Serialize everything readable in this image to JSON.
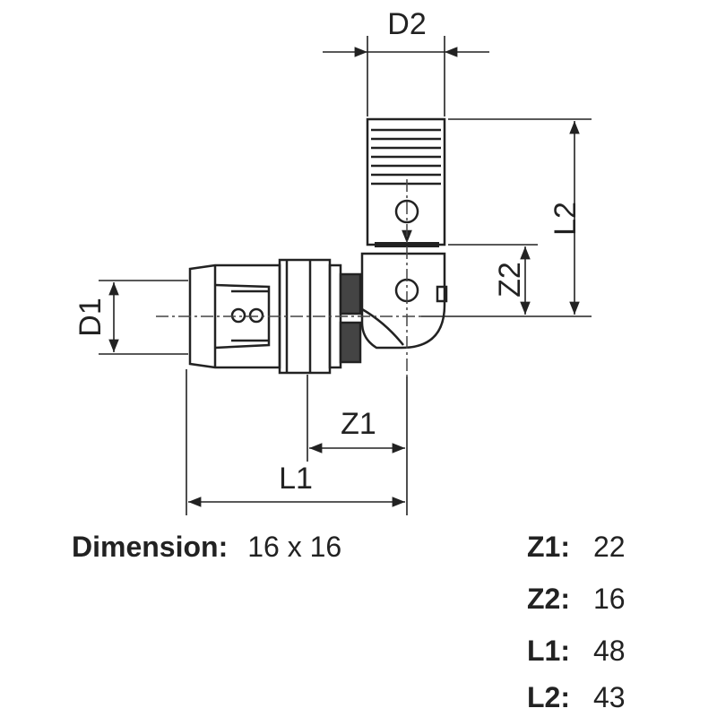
{
  "labels": {
    "d1": "D1",
    "d2": "D2",
    "l1": "L1",
    "l2": "L2",
    "z1": "Z1",
    "z2": "Z2"
  },
  "specs": {
    "dimension": {
      "label": "Dimension:",
      "value": "16 x 16"
    },
    "z1": {
      "label": "Z1:",
      "value": "22"
    },
    "z2": {
      "label": "Z2:",
      "value": "16"
    },
    "l1": {
      "label": "L1:",
      "value": "48"
    },
    "l2": {
      "label": "L2:",
      "value": "43"
    }
  },
  "colors": {
    "stroke": "#222222",
    "background": "#ffffff"
  }
}
